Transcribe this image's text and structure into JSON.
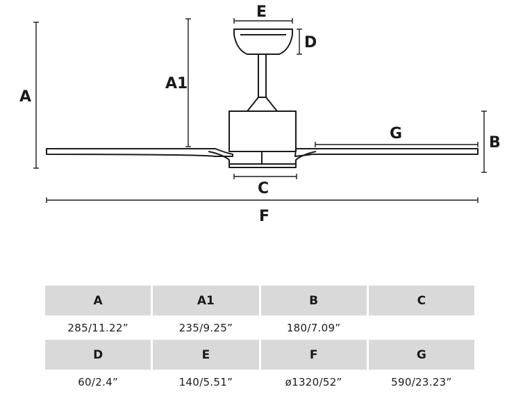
{
  "labels": {
    "A": "A",
    "A1": "A1",
    "B": "B",
    "C": "C",
    "D": "D",
    "E": "E",
    "F": "F",
    "G": "G"
  },
  "table": {
    "row1_headers": [
      "A",
      "A1",
      "B",
      "C"
    ],
    "row1_values": [
      "285/11.22”",
      "235/9.25”",
      "180/7.09”",
      ""
    ],
    "row2_headers": [
      "D",
      "E",
      "F",
      "G"
    ],
    "row2_values": [
      "60/2.4”",
      "140/5.51”",
      "ø1320/52”",
      "590/23.23”"
    ]
  },
  "colors": {
    "line": "#1a1a1a",
    "header_bg": "#d9d9d9"
  }
}
